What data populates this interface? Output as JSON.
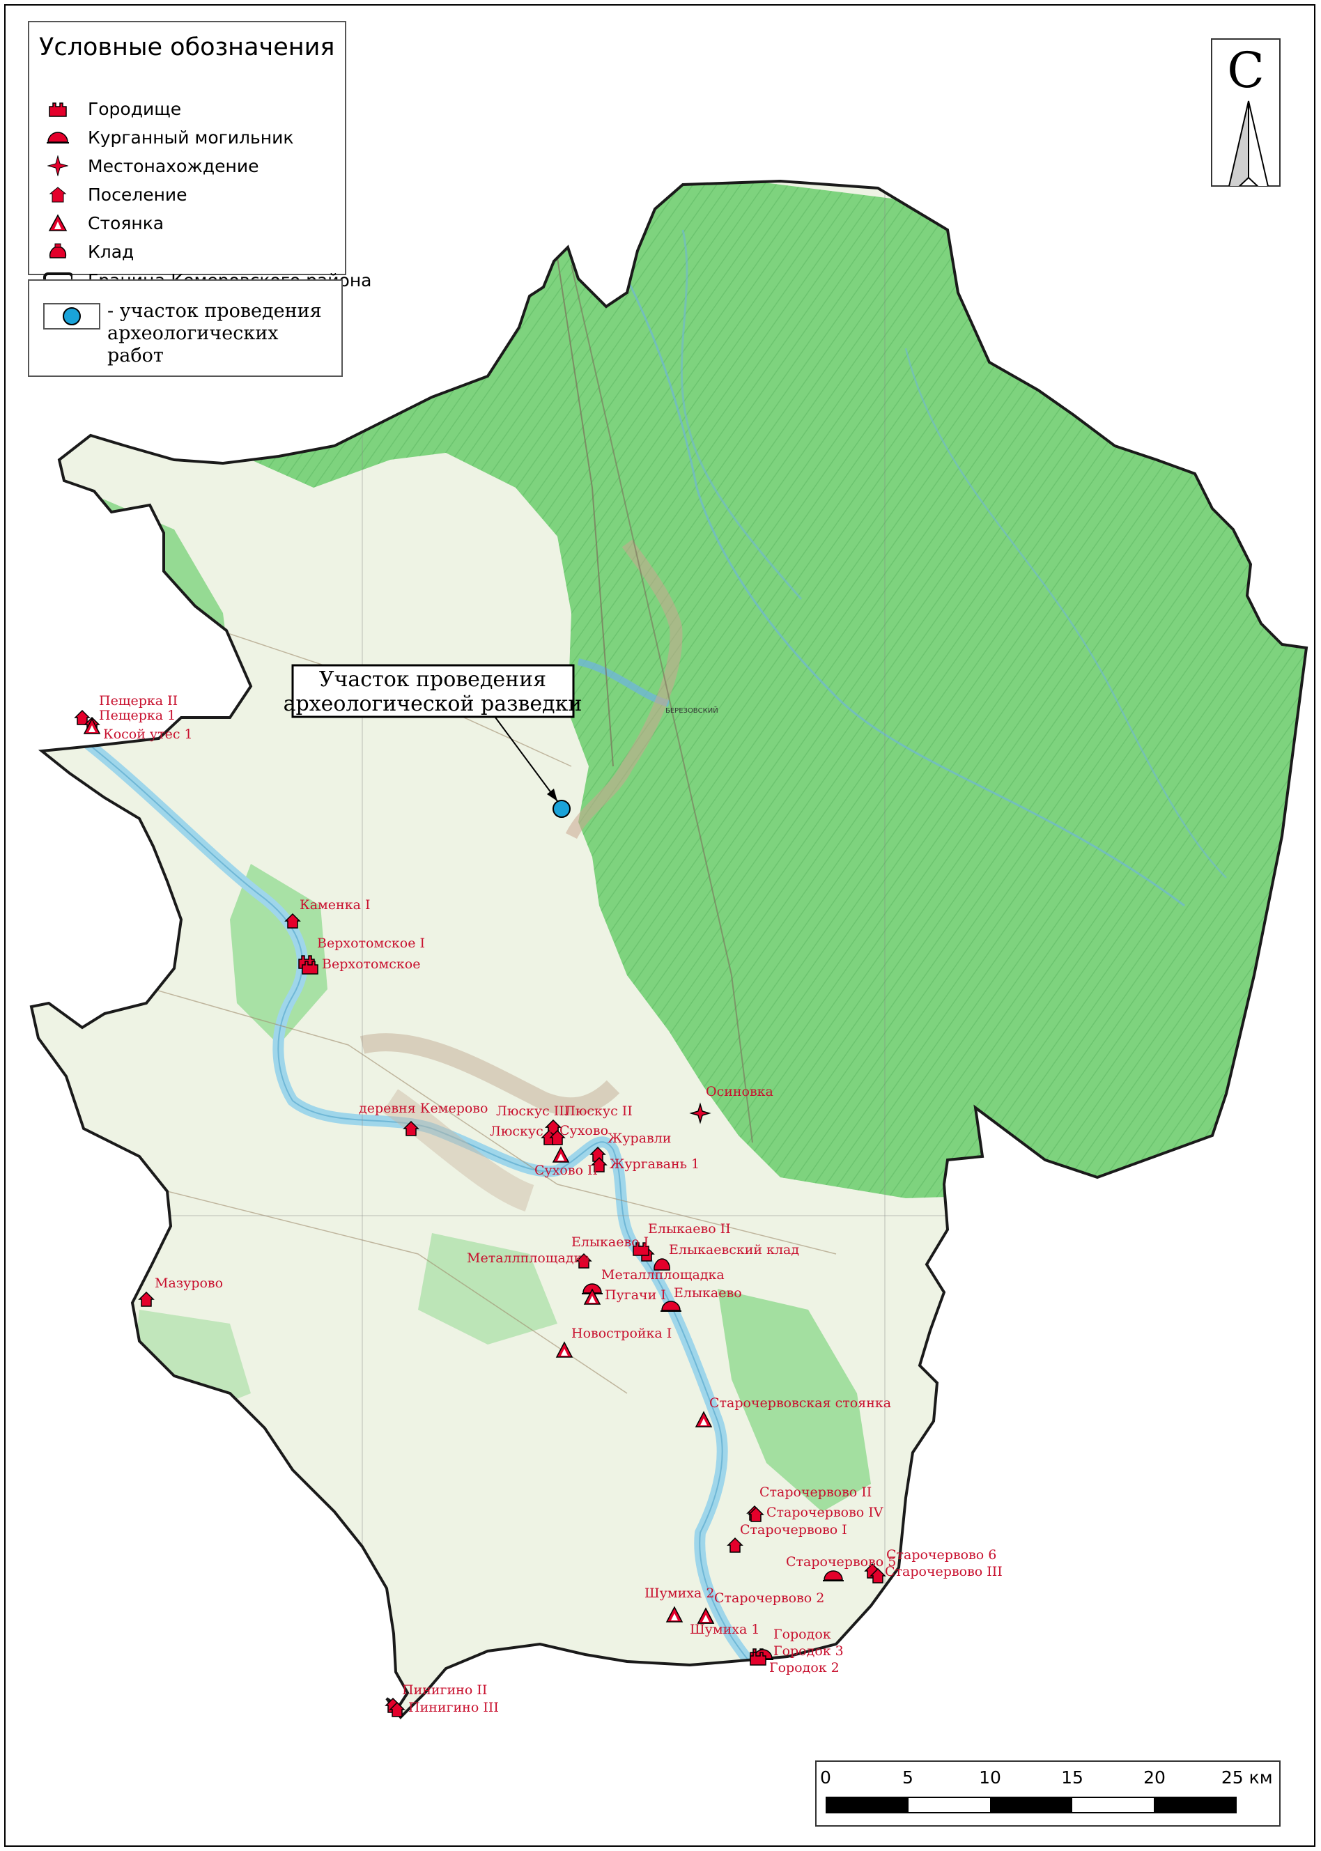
{
  "legend": {
    "title": "Условные обозначения",
    "items": [
      {
        "label": "Городище",
        "icon": "fortified-settlement-icon"
      },
      {
        "label": "Курганный могильник",
        "icon": "burial-mound-icon"
      },
      {
        "label": "Местонахождение",
        "icon": "find-spot-icon"
      },
      {
        "label": "Поселение",
        "icon": "settlement-icon"
      },
      {
        "label": "Стоянка",
        "icon": "camp-site-icon"
      },
      {
        "label": "Клад",
        "icon": "hoard-icon"
      },
      {
        "label": "Граница Кемеровского района",
        "icon": "district-boundary-icon"
      }
    ]
  },
  "area_legend": {
    "text": "- участок проведения археологических работ"
  },
  "callout": {
    "line1": "Участок проведения",
    "line2": "археологической разведки"
  },
  "north": {
    "letter": "С"
  },
  "scale": {
    "ticks": [
      "0",
      "5",
      "10",
      "15",
      "20",
      "25 км"
    ]
  },
  "sites": [
    {
      "label": "Пещерка II",
      "type": "settlement"
    },
    {
      "label": "Пещерка 1",
      "type": "settlement"
    },
    {
      "label": "Косой утес 1",
      "type": "camp"
    },
    {
      "label": "Каменка I",
      "type": "settlement"
    },
    {
      "label": "Верхотомское I",
      "type": "fortified"
    },
    {
      "label": "Верхотомское",
      "type": "fortified"
    },
    {
      "label": "деревня Кемерово",
      "type": "settlement"
    },
    {
      "label": "Люскус III",
      "type": "settlement"
    },
    {
      "label": "Люскус II",
      "type": "settlement"
    },
    {
      "label": "Люскус I",
      "type": "settlement"
    },
    {
      "label": "Сухово",
      "type": "settlement"
    },
    {
      "label": "Сухово II",
      "type": "camp"
    },
    {
      "label": "Журавли",
      "type": "settlement"
    },
    {
      "label": "Жургавань 1",
      "type": "settlement"
    },
    {
      "label": "Осиновка",
      "type": "findspot"
    },
    {
      "label": "Елыкаево II",
      "type": "settlement"
    },
    {
      "label": "Елыкаево I",
      "type": "fortified"
    },
    {
      "label": "Елыкаевский клад",
      "type": "hoard"
    },
    {
      "label": "Металлплощадка",
      "type": "settlement"
    },
    {
      "label": "Металлплощадка",
      "type": "mound"
    },
    {
      "label": "Пугачи I",
      "type": "camp"
    },
    {
      "label": "Елыкаево",
      "type": "mound"
    },
    {
      "label": "Мазурово",
      "type": "settlement"
    },
    {
      "label": "Новостройка I",
      "type": "camp"
    },
    {
      "label": "Старочервовская стоянка",
      "type": "camp"
    },
    {
      "label": "Старочервово II",
      "type": "settlement"
    },
    {
      "label": "Старочервово IV",
      "type": "settlement"
    },
    {
      "label": "Старочервово I",
      "type": "settlement"
    },
    {
      "label": "Старочервово 5",
      "type": "mound"
    },
    {
      "label": "Старочервово 6",
      "type": "settlement"
    },
    {
      "label": "Старочервово III",
      "type": "settlement"
    },
    {
      "label": "Шумиха 2",
      "type": "camp"
    },
    {
      "label": "Шумиха 1",
      "type": "camp"
    },
    {
      "label": "Старочервово 2",
      "type": "camp"
    },
    {
      "label": "Городок",
      "type": "fortified"
    },
    {
      "label": "Городок 3",
      "type": "mound"
    },
    {
      "label": "Городок 2",
      "type": "fortified"
    },
    {
      "label": "Пинигино II",
      "type": "settlement"
    },
    {
      "label": "Пинигино III",
      "type": "settlement"
    }
  ],
  "place_names": [
    "БЕРЕЗОВСКИЙ"
  ],
  "colors": {
    "forest": "#7ed37e",
    "forest_dark": "#5fbf66",
    "open_land": "#eef3e4",
    "river": "#9fd6ea",
    "site_red": "#e4002b",
    "label_red": "#c8102e",
    "area_marker": "#1aa3d9"
  }
}
